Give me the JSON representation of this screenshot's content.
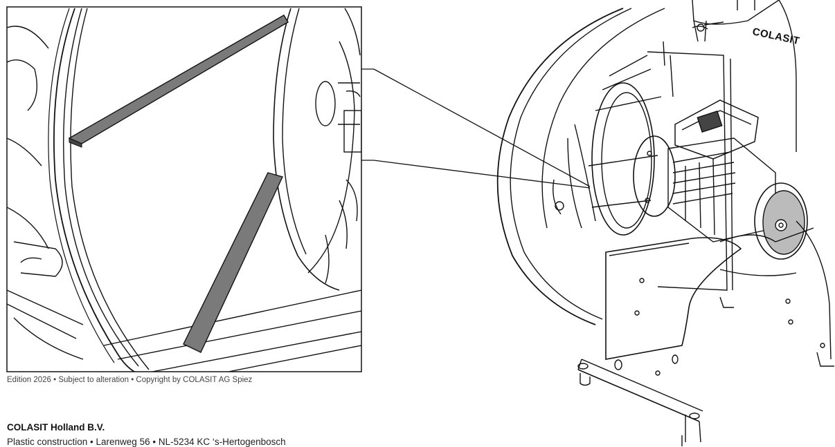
{
  "footer": {
    "edition": "Edition 2026 • Subject to alteration • Copyright by COLASIT AG Spiez",
    "company": "COLASIT Holland B.V.",
    "address": "Plastic construction • Larenweg 56 • NL-5234 KC ‘s-Hertogenbosch"
  },
  "illustration": {
    "housing_brand": "COLASIT"
  },
  "colors": {
    "line": "#111111",
    "bar_fill": "#7a7a7a",
    "background": "#ffffff"
  }
}
